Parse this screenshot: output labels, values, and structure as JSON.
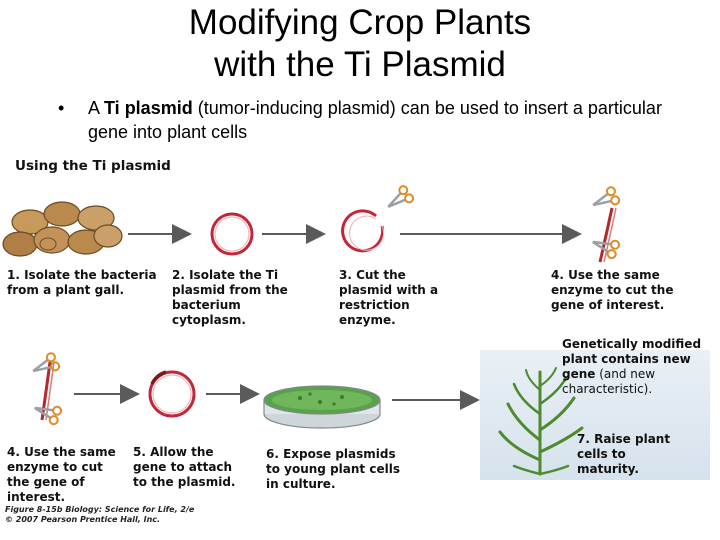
{
  "title": {
    "line1": "Modifying Crop Plants",
    "line2": "with the Ti Plasmid"
  },
  "bullet": {
    "marker": "•",
    "prefix": "A ",
    "bold": "Ti plasmid",
    "rest": " (tumor-inducing plasmid) can be used to insert a particular gene into plant cells"
  },
  "figure": {
    "heading": "Using the Ti plasmid",
    "steps": {
      "s1": "1. Isolate the bacteria\nfrom a plant gall.",
      "s2": "2. Isolate the Ti\nplasmid from the\nbacterium\ncytoplasm.",
      "s3": "3. Cut the\nplasmid with a\nrestriction\nenzyme.",
      "s4a": "4. Use the same\nenzyme to cut the\ngene of interest.",
      "s4b": "4. Use the same\nenzyme to cut\nthe gene of\ninterest.",
      "s5": "5. Allow the\ngene to attach\nto the plasmid.",
      "s6": "6. Expose plasmids\nto young plant cells\nin culture.",
      "s7": "7. Raise plant\ncells to\nmaturity."
    },
    "result": {
      "bold": "Genetically modified\nplant contains new\ngene",
      "rest": " (and new\ncharacteristic)."
    },
    "credit": "Figure 8-15b Biology: Science for Life, 2/e\n© 2007 Pearson Prentice Hall, Inc.",
    "colors": {
      "arrow": "#5a5a5a",
      "plasmid": "#c0283a",
      "gene": "#b22a2a",
      "bacteria": "#b98a4c",
      "plant": "#4e8a2e",
      "dish": "#5aa24a",
      "scissors_handle": "#e08a28",
      "blade": "#9aa0a6"
    }
  }
}
